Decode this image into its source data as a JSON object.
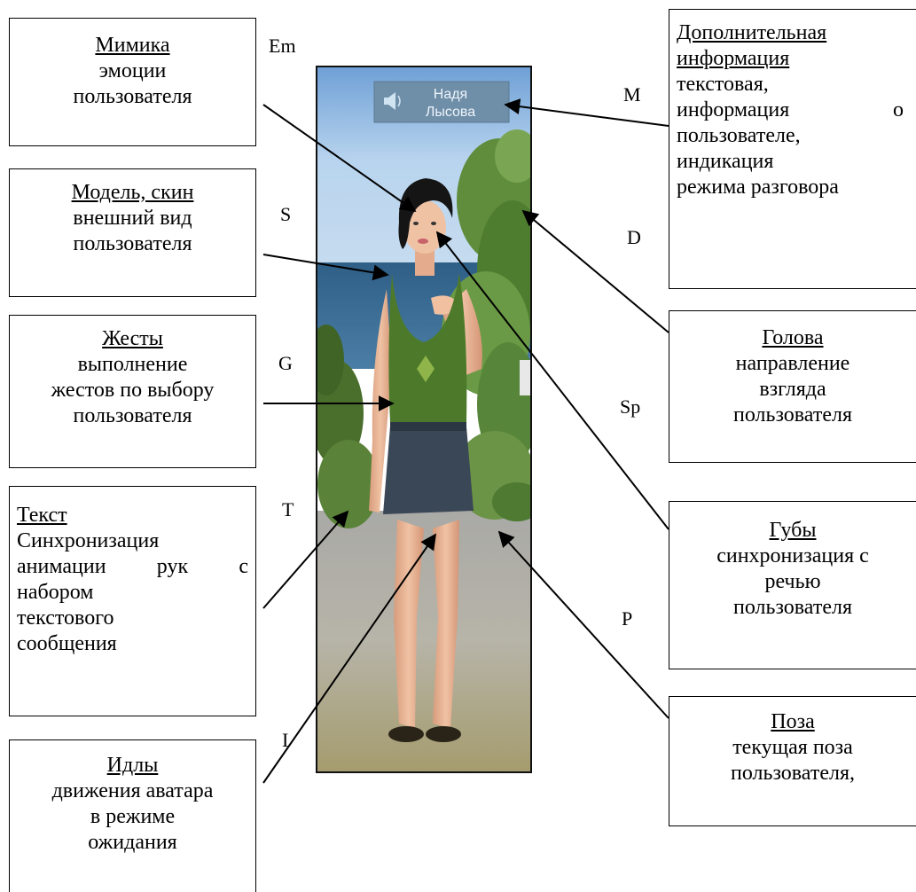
{
  "boxes": {
    "mimika": {
      "title": "Мимика",
      "desc": [
        "эмоции",
        "пользователя"
      ]
    },
    "model": {
      "title": "Модель, скин",
      "desc": [
        "внешний вид",
        "пользователя"
      ]
    },
    "gesty": {
      "title": "Жесты",
      "desc": [
        "выполнение",
        "жестов по выбору",
        "пользователя"
      ]
    },
    "tekst": {
      "title": "Текст",
      "desc": [
        "Синхронизация",
        "анимации рук с",
        "набором",
        "текстового",
        "сообщения"
      ]
    },
    "idly": {
      "title": "Идлы",
      "desc": [
        "движения аватара",
        "в режиме",
        "ожидания"
      ]
    },
    "dop": {
      "title": [
        "Дополнительная",
        "информация"
      ],
      "desc": [
        "текстовая,",
        "информация",
        "о",
        "пользователе,",
        "индикация",
        "режима разговора"
      ]
    },
    "golova": {
      "title": "Голова",
      "desc": [
        "направление",
        "взгляда",
        "пользователя"
      ]
    },
    "guby": {
      "title": "Губы",
      "desc": [
        "синхронизация с",
        "речью",
        "пользователя"
      ]
    },
    "poza": {
      "title": "Поза",
      "desc": [
        "текущая поза",
        "пользователя,"
      ]
    }
  },
  "codes": {
    "em": "Em",
    "s": "S",
    "g": "G",
    "t": "T",
    "i": "I",
    "m": "M",
    "d": "D",
    "sp": "Sp",
    "p": "P"
  },
  "nameplate": {
    "line1": "Надя",
    "line2": "Лысова",
    "icon": "speaker-icon"
  },
  "colors": {
    "sky": "#9ec4e8",
    "foliage": "#5e8a3a",
    "ground": "#a8a07a",
    "top": "#4d7a2a",
    "skirt": "#3a4a5a",
    "skin": "#e8b89a",
    "plate": "#6f8ea8"
  }
}
